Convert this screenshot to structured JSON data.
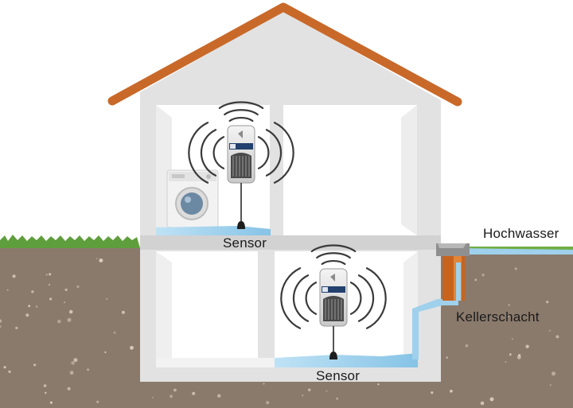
{
  "labels": {
    "sensor_upper": "Sensor",
    "sensor_lower": "Sensor",
    "flood": "Hochwasser",
    "shaft": "Kellerschacht"
  },
  "devices": [
    {
      "name": "alarm-device-upper"
    },
    {
      "name": "alarm-device-lower"
    }
  ],
  "colors": {
    "roof": "#c8692a",
    "wall": "#ececec",
    "room": "#ffffff",
    "soil": "#8a7a6c",
    "grass": "#5f9e3c",
    "water": "#9fd0ec",
    "shaft": "#c8631e"
  }
}
